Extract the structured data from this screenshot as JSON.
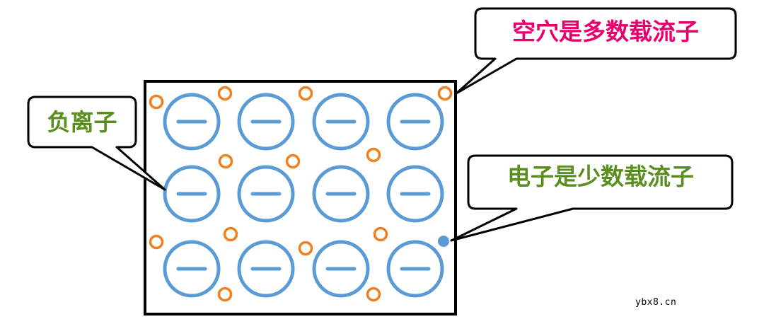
{
  "colors": {
    "ion": "#5b9bd5",
    "hole": "#f07f1e",
    "electron": "#5b9bd5",
    "frame": "#000000",
    "callout_border": "#000000",
    "majority_text": "#e6006e",
    "minority_text": "#5a8f1f",
    "ion_label_text": "#5a8f1f"
  },
  "callouts": {
    "majority_carrier": "空穴是多数载流子",
    "negative_ion": "负离子",
    "minority_carrier": "电子是少数载流子"
  },
  "icons": {
    "negative_ion": "circle-minus-icon",
    "hole": "hollow-circle-icon",
    "electron": "filled-dot-icon"
  },
  "watermark": "ybx8.cn"
}
